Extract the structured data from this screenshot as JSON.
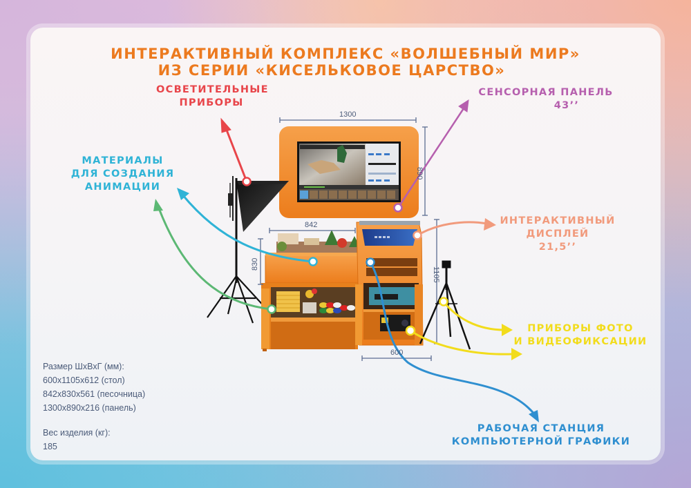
{
  "header": {
    "title_line1": "ИНТЕРАКТИВНЫЙ КОМПЛЕКС «ВОЛШЕБНЫЙ МИР»",
    "title_line2": "ИЗ СЕРИИ «КИСЕЛЬКОВОЕ ЦАРСТВО»"
  },
  "callouts": {
    "lighting": {
      "line1": "ОСВЕТИТЕЛЬНЫЕ",
      "line2": "ПРИБОРЫ",
      "color": "#e8454a"
    },
    "touch_panel": {
      "line1": "СЕНСОРНАЯ ПАНЕЛЬ",
      "line2": "43’’",
      "color": "#b65fae"
    },
    "materials": {
      "line1": "МАТЕРИАЛЫ",
      "line2": "ДЛЯ СОЗДАНИЯ",
      "line3": "АНИМАЦИИ",
      "color": "#2fb3d6"
    },
    "interactive_display": {
      "line1": "ИНТЕРАКТИВНЫЙ",
      "line2": "ДИСПЛЕЙ",
      "line3": "21,5’’",
      "color": "#f19a7c"
    },
    "photo_video": {
      "line1": "ПРИБОРЫ ФОТО",
      "line2": "И ВИДЕОФИКСАЦИИ",
      "color": "#f2dc1c"
    },
    "workstation": {
      "line1": "РАБОЧАЯ СТАНЦИЯ",
      "line2": "КОМПЬЮТЕРНОЙ ГРАФИКИ",
      "color": "#2f8fd0"
    },
    "materials_arrow_green": "#5cb874"
  },
  "dimensions": {
    "panel_width": "1300",
    "panel_height": "890",
    "sandbox_width": "842",
    "sandbox_height": "830",
    "desk_height": "1105",
    "desk_width": "600"
  },
  "specs": {
    "size_label": "Размер ШхВхГ (мм):",
    "sizes": [
      "600х1105х612 (стол)",
      "842х830х561 (песочница)",
      "1300х890х216 (панель)"
    ],
    "weight_label": "Вес изделия (кг):",
    "weight_value": "185"
  },
  "colors": {
    "orange": "#ec7a1f",
    "furniture": "#f08a22",
    "dimension_line": "#5b6c92"
  }
}
